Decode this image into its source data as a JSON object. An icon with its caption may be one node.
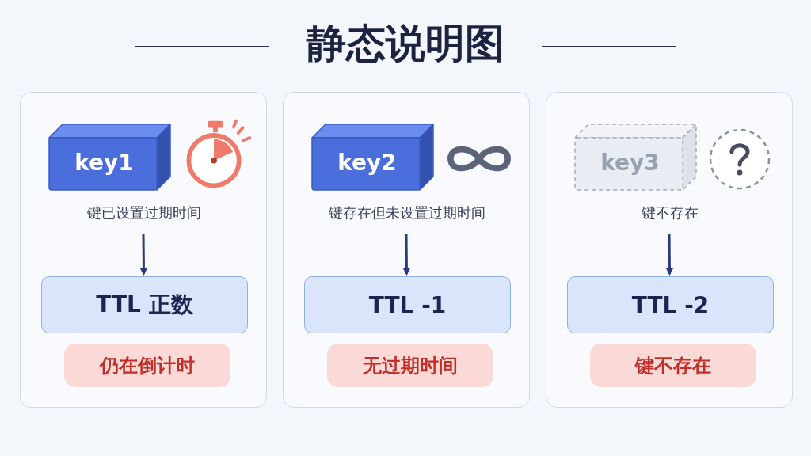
{
  "diagram": {
    "title": "静态说明图",
    "nodes": [
      {
        "text": [],
        "shape": "box"
      },
      {
        "text": [
          "key1"
        ],
        "in": 0
      },
      {
        "text": [
          "键已设置过期时间"
        ],
        "in": 0
      },
      {
        "text": [
          "TTL 正数"
        ],
        "in": 0
      },
      {
        "text": [
          "仍在倒计时"
        ],
        "in": 0
      },
      {
        "text": [],
        "shape": "box"
      },
      {
        "text": [
          "key2"
        ],
        "in": 5
      },
      {
        "text": [
          "键存在但未设置过期时间"
        ],
        "in": 5
      },
      {
        "text": [
          "TTL -1"
        ],
        "in": 5
      },
      {
        "text": [
          "无过期时间"
        ],
        "in": 5
      },
      {
        "text": [],
        "shape": "box"
      },
      {
        "text": [
          "key3"
        ],
        "in": 10
      },
      {
        "text": [
          "键不存在"
        ],
        "in": 10
      },
      {
        "text": [
          "TTL -2"
        ],
        "in": 10
      },
      {
        "text": [
          "键不存在"
        ],
        "in": 10
      }
    ],
    "edges": [
      {
        "from": 2,
        "to": 3,
        "arrow": "to"
      },
      {
        "from": 7,
        "to": 8,
        "arrow": "to"
      },
      {
        "from": 12,
        "to": 13,
        "arrow": "to"
      }
    ]
  }
}
